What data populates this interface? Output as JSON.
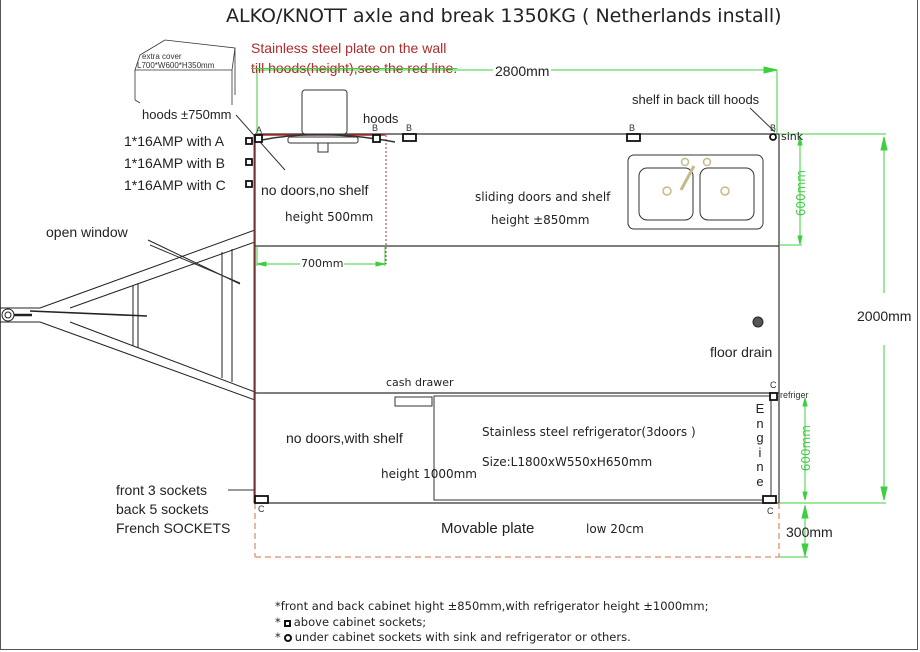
{
  "title": "ALKO/KNOTT axle and break 1350KG ( Netherlands install)",
  "annotations": {
    "red_note_line1": "Stainless steel plate on the wall",
    "red_note_line2": "till hoods(height),see the red line.",
    "extra_cover_line1": "extra cover",
    "extra_cover_line2": "L700*W600*H350mm",
    "hoods_height": "hoods  ±750mm",
    "hoods": "hoods",
    "shelf_in_back": "shelf in back till hoods",
    "sink": "sink",
    "refriger": "refriger",
    "open_window": "open window",
    "floor_drain": "floor drain",
    "cash_drawer": "cash drawer",
    "movable_plate": "Movable plate",
    "low": "low 20cm"
  },
  "sockets": {
    "a": "1*16AMP with A",
    "b": "1*16AMP with B",
    "c": "1*16AMP with C",
    "front": "front 3 sockets",
    "back": "back 5 sockets",
    "type": "French SOCKETS",
    "marker_a": "A",
    "marker_b": "B",
    "marker_c": "C"
  },
  "cabinets": {
    "back_left_title": "no doors,no shelf",
    "back_left_height": "height 500mm",
    "back_mid_title": "sliding doors and shelf",
    "back_mid_height": "height ±850mm",
    "front_left_title": "no doors,with shelf",
    "front_height": "height 1000mm",
    "fridge_title": "Stainless steel refrigerator(3doors )",
    "fridge_size": "Size:L1800xW550xH650mm",
    "engine": "Engine"
  },
  "dimensions": {
    "length": "2800mm",
    "width": "2000mm",
    "back_depth": "600mm",
    "front_depth": "600mm",
    "left_width": "700mm",
    "plate": "300mm"
  },
  "notes": {
    "line1": "*front and back cabinet hight ±850mm,with refrigerator height ±1000mm;",
    "line2_prefix": "*",
    "line2": "above cabinet sockets;",
    "line3_prefix": "*",
    "line3": "under cabinet sockets with sink and refrigerator or others."
  },
  "colors": {
    "dimension_green": "#3ecf3e",
    "red_line": "#b02a2a",
    "plate_dash": "#e0a080",
    "sink_fixture": "#c8b88a"
  }
}
